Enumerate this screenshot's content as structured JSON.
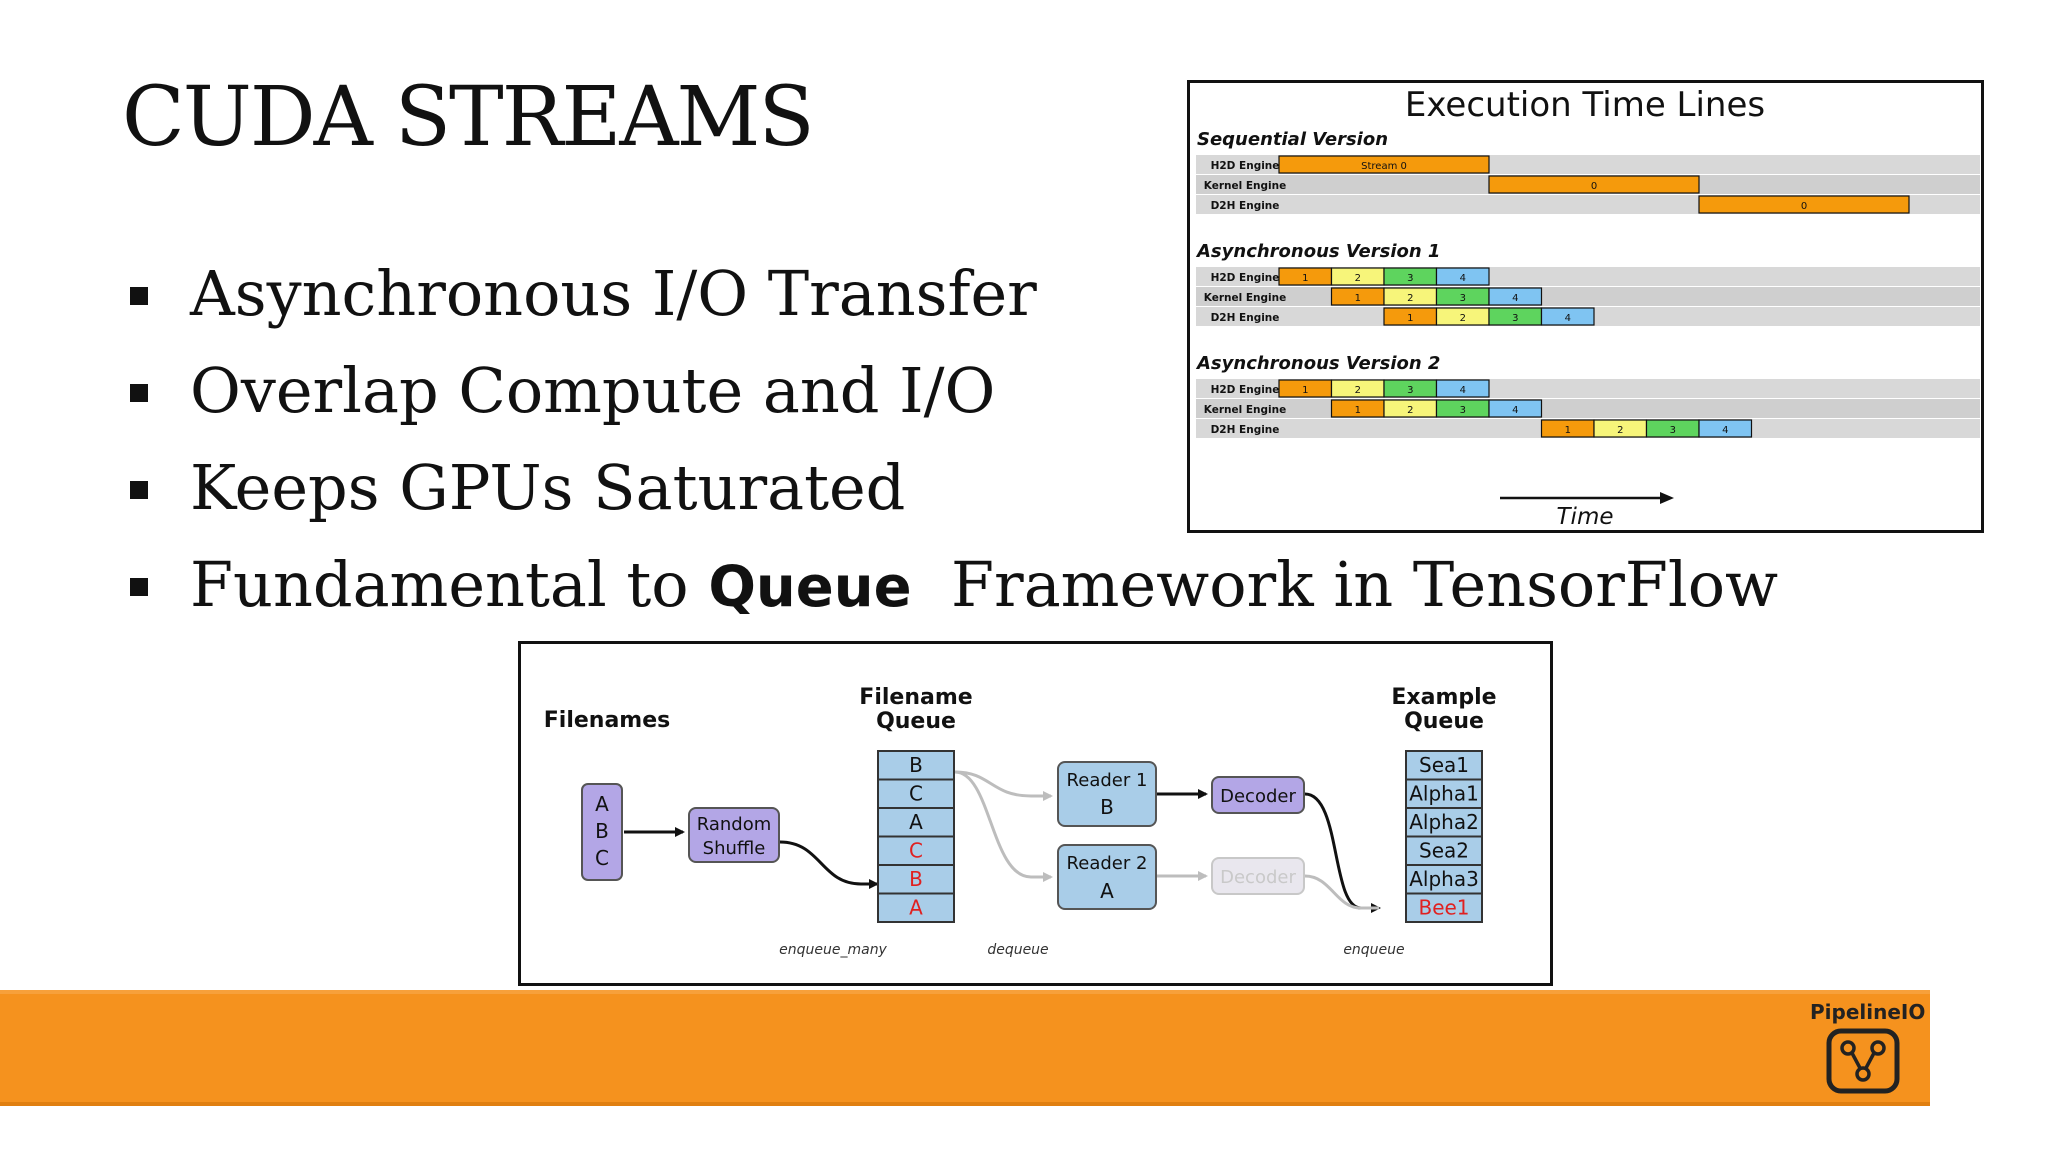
{
  "slide": {
    "title": "CUDA STREAMS",
    "bullets": [
      {
        "text": "Asynchronous I/O Transfer"
      },
      {
        "text": "Overlap Compute and I/O"
      },
      {
        "text": "Keeps GPUs Saturated"
      },
      {
        "text_before": "Fundamental to ",
        "emphasis": "Queue",
        "text_after": "  Framework in TensorFlow"
      }
    ]
  },
  "timeline": {
    "title": "Execution Time Lines",
    "time_label": "Time",
    "colors": {
      "stream0": "#f59a0c",
      "s1": "#f59a0c",
      "s2": "#f7f57a",
      "s3": "#5ed45e",
      "s4": "#7fc4f2",
      "lane": "#d8d8d8"
    },
    "sections": [
      {
        "name": "Sequential Version",
        "lanes": [
          {
            "engine": "H2D Engine",
            "blocks": [
              {
                "label": "Stream 0",
                "stream": "stream0",
                "start": 0,
                "end": 4
              }
            ]
          },
          {
            "engine": "Kernel Engine",
            "blocks": [
              {
                "label": "0",
                "stream": "stream0",
                "start": 4,
                "end": 8
              }
            ]
          },
          {
            "engine": "D2H Engine",
            "blocks": [
              {
                "label": "0",
                "stream": "stream0",
                "start": 8,
                "end": 12
              }
            ]
          }
        ]
      },
      {
        "name": "Asynchronous Version 1",
        "lanes": [
          {
            "engine": "H2D Engine",
            "blocks": [
              {
                "label": "1",
                "stream": "s1",
                "start": 0,
                "end": 1
              },
              {
                "label": "2",
                "stream": "s2",
                "start": 1,
                "end": 2
              },
              {
                "label": "3",
                "stream": "s3",
                "start": 2,
                "end": 3
              },
              {
                "label": "4",
                "stream": "s4",
                "start": 3,
                "end": 4
              }
            ]
          },
          {
            "engine": "Kernel Engine",
            "blocks": [
              {
                "label": "1",
                "stream": "s1",
                "start": 1,
                "end": 2
              },
              {
                "label": "2",
                "stream": "s2",
                "start": 2,
                "end": 3
              },
              {
                "label": "3",
                "stream": "s3",
                "start": 3,
                "end": 4
              },
              {
                "label": "4",
                "stream": "s4",
                "start": 4,
                "end": 5
              }
            ]
          },
          {
            "engine": "D2H Engine",
            "blocks": [
              {
                "label": "1",
                "stream": "s1",
                "start": 2,
                "end": 3
              },
              {
                "label": "2",
                "stream": "s2",
                "start": 3,
                "end": 4
              },
              {
                "label": "3",
                "stream": "s3",
                "start": 4,
                "end": 5
              },
              {
                "label": "4",
                "stream": "s4",
                "start": 5,
                "end": 6
              }
            ]
          }
        ]
      },
      {
        "name": "Asynchronous Version 2",
        "lanes": [
          {
            "engine": "H2D Engine",
            "blocks": [
              {
                "label": "1",
                "stream": "s1",
                "start": 0,
                "end": 1
              },
              {
                "label": "2",
                "stream": "s2",
                "start": 1,
                "end": 2
              },
              {
                "label": "3",
                "stream": "s3",
                "start": 2,
                "end": 3
              },
              {
                "label": "4",
                "stream": "s4",
                "start": 3,
                "end": 4
              }
            ]
          },
          {
            "engine": "Kernel Engine",
            "blocks": [
              {
                "label": "1",
                "stream": "s1",
                "start": 1,
                "end": 2
              },
              {
                "label": "2",
                "stream": "s2",
                "start": 2,
                "end": 3
              },
              {
                "label": "3",
                "stream": "s3",
                "start": 3,
                "end": 4
              },
              {
                "label": "4",
                "stream": "s4",
                "start": 4,
                "end": 5
              }
            ]
          },
          {
            "engine": "D2H Engine",
            "blocks": [
              {
                "label": "1",
                "stream": "s1",
                "start": 5,
                "end": 6
              },
              {
                "label": "2",
                "stream": "s2",
                "start": 6,
                "end": 7
              },
              {
                "label": "3",
                "stream": "s3",
                "start": 7,
                "end": 8
              },
              {
                "label": "4",
                "stream": "s4",
                "start": 8,
                "end": 9
              }
            ]
          }
        ]
      }
    ]
  },
  "pipeline": {
    "filenames_label": "Filenames",
    "filename_files": [
      "A",
      "B",
      "C"
    ],
    "shuffle_label_1": "Random",
    "shuffle_label_2": "Shuffle",
    "filename_queue_label_1": "Filename",
    "filename_queue_label_2": "Queue",
    "filename_queue": [
      {
        "text": "B",
        "color": "#111111"
      },
      {
        "text": "C",
        "color": "#111111"
      },
      {
        "text": "A",
        "color": "#111111"
      },
      {
        "text": "C",
        "color": "#e02020"
      },
      {
        "text": "B",
        "color": "#e02020"
      },
      {
        "text": "A",
        "color": "#e02020"
      }
    ],
    "reader1_label": "Reader 1",
    "reader1_value": "B",
    "reader2_label": "Reader 2",
    "reader2_value": "A",
    "decoder_active": "Decoder",
    "decoder_inactive": "Decoder",
    "example_queue_label_1": "Example",
    "example_queue_label_2": "Queue",
    "example_queue": [
      {
        "text": "Sea1",
        "color": "#111111"
      },
      {
        "text": "Alpha1",
        "color": "#111111"
      },
      {
        "text": "Alpha2",
        "color": "#111111"
      },
      {
        "text": "Sea2",
        "color": "#111111"
      },
      {
        "text": "Alpha3",
        "color": "#111111"
      },
      {
        "text": "Bee1",
        "color": "#e02020"
      }
    ],
    "op_enqueue_many": "enqueue_many",
    "op_dequeue": "dequeue",
    "op_enqueue": "enqueue",
    "colors": {
      "purple": "#b3a6e6",
      "blue": "#a9cde8",
      "queue_cell": "#a9cde8",
      "gray": "#bdbdbd"
    }
  },
  "footer": {
    "logo_text": "PipelineIO",
    "logo_icon": "pipeline-logo-icon",
    "bar_color": "#f5921e"
  }
}
